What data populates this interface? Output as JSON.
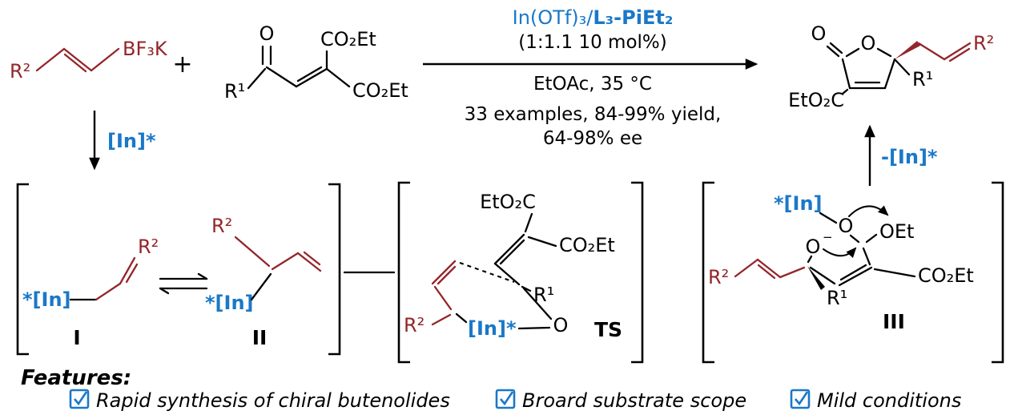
{
  "colors": {
    "accent_blue": "#1a78c8",
    "allyl_red": "#93262a"
  },
  "top": {
    "reactant1": {
      "r2": "R²",
      "bf3k": "BF₃K"
    },
    "plus": "+",
    "reactant2": {
      "o": "O",
      "r1": "R¹",
      "co2et_top": "CO₂Et",
      "co2et_bottom": "CO₂Et"
    },
    "conditions": {
      "catalyst_prefix": "In(OTf)₃/",
      "ligand": "L₃-PiEt₂",
      "loading": "(1:1.1 10 mol%)",
      "solvent_temp": "EtOAc, 35 °C",
      "scope_line1": "33 examples, 84-99% yield,",
      "scope_line2": "64-98% ee"
    },
    "product": {
      "o_carbonyl": "O",
      "o_ring": "O",
      "eto2c": "EtO₂C",
      "r1": "R¹",
      "r2": "R²"
    },
    "in_arrow_label": "[In]*",
    "in_release_label": "-[In]*"
  },
  "mechanism": {
    "i1": {
      "metal": "*[In]",
      "r2": "R²",
      "label": "I"
    },
    "i2": {
      "metal": "*[In]",
      "r2": "R²",
      "label": "II"
    },
    "ts": {
      "eto2c": "EtO₂C",
      "co2et": "CO₂Et",
      "r1": "R¹",
      "r2": "R²",
      "metal": "[In]*",
      "o": "O",
      "label": "TS"
    },
    "i3": {
      "metal": "*[In]",
      "o_ester": "O",
      "oet": "OEt",
      "o_alkoxide": "O",
      "minus": "−",
      "co2et": "CO₂Et",
      "r1": "R¹",
      "r2": "R²",
      "label": "III"
    }
  },
  "features": {
    "heading": "Features:",
    "items": [
      "Rapid synthesis of chiral butenolides",
      "Broard substrate scope",
      "Mild conditions"
    ]
  }
}
